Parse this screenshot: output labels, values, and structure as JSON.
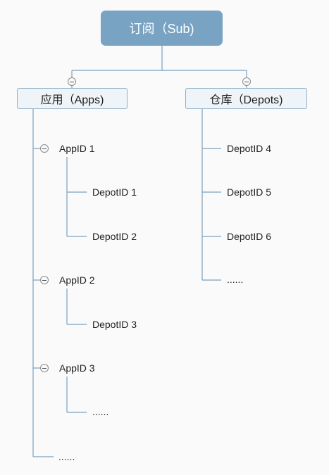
{
  "root": {
    "label": "订阅（Sub)"
  },
  "apps": {
    "label": "应用（Apps)",
    "items": [
      {
        "label": "AppID 1",
        "children": [
          "DepotID 1",
          "DepotID 2"
        ]
      },
      {
        "label": "AppID 2",
        "children": [
          "DepotID 3"
        ]
      },
      {
        "label": "AppID 3",
        "children": [
          "......"
        ]
      }
    ],
    "more": "......"
  },
  "depots": {
    "label": "仓库（Depots)",
    "items": [
      "DepotID 4",
      "DepotID 5",
      "DepotID 6",
      "......"
    ]
  },
  "colors": {
    "root_fill": "#78a3c3",
    "branch_fill": "#eef4f8",
    "branch_border": "#8fb0ca",
    "connector": "#7aa0bf"
  }
}
